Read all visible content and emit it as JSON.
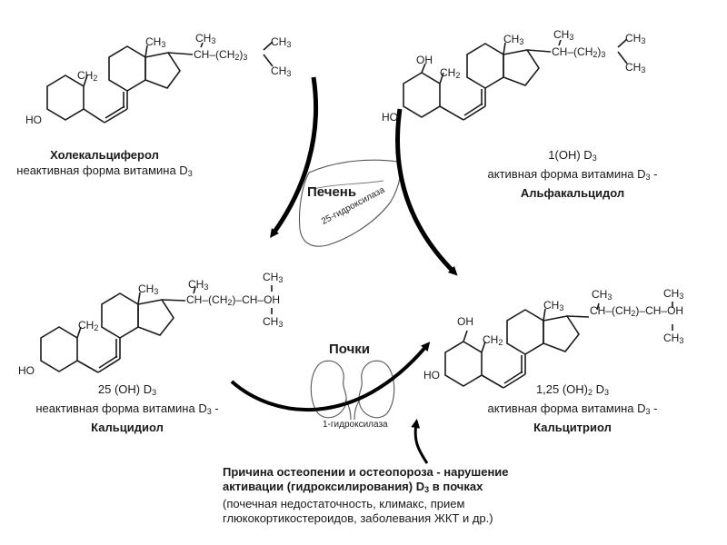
{
  "compounds": {
    "cholecalciferol": {
      "name": "Холекальциферол",
      "desc": "неактивная форма витамина D",
      "sub": "3"
    },
    "alfacalcidol": {
      "formula": "1(OH) D",
      "formula_sub": "3",
      "desc": "активная форма витамина D",
      "desc_sub": "3",
      "desc_tail": " -",
      "name": "Альфакальцидол"
    },
    "calcidiol": {
      "formula": "25 (OH) D",
      "formula_sub": "3",
      "desc": "неактивная форма витамина D",
      "desc_sub": "3",
      "desc_tail": " -",
      "name": "Кальцидиол"
    },
    "calcitriol": {
      "formula": "1,25 (OH)",
      "formula_sub": "2",
      "formula_tail": " D",
      "formula_sub2": "3",
      "desc": "активная форма витамина D",
      "desc_sub": "3",
      "desc_tail": " -",
      "name": "Кальцитриол"
    }
  },
  "organs": {
    "liver": {
      "name": "Печень",
      "enzyme": "25-гидроксилаза"
    },
    "kidneys": {
      "name": "Почки",
      "enzyme": "1-гидроксилаза"
    }
  },
  "structure_labels": {
    "ch3": "CH",
    "ch3_sub": "3",
    "ch": "CH",
    "ch2": "CH",
    "ch2_sub": "2",
    "chain": "(CH",
    "chain_sub": "2",
    "chain_close": ")",
    "chain_count": "3",
    "oh": "OH",
    "oh_right": "–OH",
    "ho": "HO",
    "dash": "–"
  },
  "note": {
    "headline_1": "Причина остеопении и остеопороза  - нарушение",
    "headline_2a": "активации (гидроксилирования) D",
    "headline_2_sub": "3",
    "headline_2b": " в почках",
    "line_3": "(почечная недостаточность, климакс, прием",
    "line_4": "глюкокортикостероидов, заболевания ЖКТ  и др.)"
  },
  "colors": {
    "ink": "#1a1a1a",
    "arrow": "#000000",
    "organ_stroke": "#555555",
    "background": "#ffffff"
  }
}
